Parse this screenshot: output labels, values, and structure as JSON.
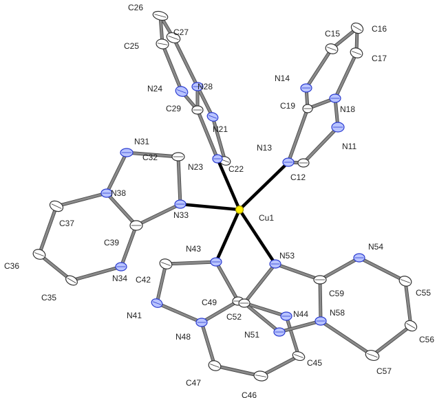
{
  "colors": {
    "carbon_fill": "#ffffff",
    "carbon_stroke": "#333333",
    "nitrogen_fill": "#b9c4ff",
    "nitrogen_stroke": "#2a3bd0",
    "copper_fill": "#ffee00",
    "bond": "#8a8a8a",
    "metal_bond": "#000000"
  },
  "atoms": [
    {
      "id": "Cu1",
      "label": "Cu1",
      "element": "Cu"
    },
    {
      "id": "C26",
      "label": "C26",
      "element": "C"
    },
    {
      "id": "C27",
      "label": "C27",
      "element": "C"
    },
    {
      "id": "C25",
      "label": "C25",
      "element": "C"
    },
    {
      "id": "N24",
      "label": "N24",
      "element": "N"
    },
    {
      "id": "N28",
      "label": "N28",
      "element": "N"
    },
    {
      "id": "C29",
      "label": "C29",
      "element": "C"
    },
    {
      "id": "N21",
      "label": "N21",
      "element": "N"
    },
    {
      "id": "C22",
      "label": "C22",
      "element": "C"
    },
    {
      "id": "N23",
      "label": "N23",
      "element": "N"
    },
    {
      "id": "C15",
      "label": "C15",
      "element": "C"
    },
    {
      "id": "C16",
      "label": "C16",
      "element": "C"
    },
    {
      "id": "C17",
      "label": "C17",
      "element": "C"
    },
    {
      "id": "N14",
      "label": "N14",
      "element": "N"
    },
    {
      "id": "C19",
      "label": "C19",
      "element": "C"
    },
    {
      "id": "N18",
      "label": "N18",
      "element": "N"
    },
    {
      "id": "N11",
      "label": "N11",
      "element": "N"
    },
    {
      "id": "N13",
      "label": "N13",
      "element": "N"
    },
    {
      "id": "C12",
      "label": "C12",
      "element": "C"
    },
    {
      "id": "N31",
      "label": "N31",
      "element": "N"
    },
    {
      "id": "C32",
      "label": "C32",
      "element": "C"
    },
    {
      "id": "N38",
      "label": "N38",
      "element": "N"
    },
    {
      "id": "N33",
      "label": "N33",
      "element": "N"
    },
    {
      "id": "C37",
      "label": "C37",
      "element": "C"
    },
    {
      "id": "C39",
      "label": "C39",
      "element": "C"
    },
    {
      "id": "C36",
      "label": "C36",
      "element": "C"
    },
    {
      "id": "N34",
      "label": "N34",
      "element": "N"
    },
    {
      "id": "C35",
      "label": "C35",
      "element": "C"
    },
    {
      "id": "N43",
      "label": "N43",
      "element": "N"
    },
    {
      "id": "C42",
      "label": "C42",
      "element": "C"
    },
    {
      "id": "N41",
      "label": "N41",
      "element": "N"
    },
    {
      "id": "N48",
      "label": "N48",
      "element": "N"
    },
    {
      "id": "C49",
      "label": "C49",
      "element": "C"
    },
    {
      "id": "C47",
      "label": "C47",
      "element": "C"
    },
    {
      "id": "C46",
      "label": "C46",
      "element": "C"
    },
    {
      "id": "N53",
      "label": "N53",
      "element": "N"
    },
    {
      "id": "N54",
      "label": "N54",
      "element": "N"
    },
    {
      "id": "C59",
      "label": "C59",
      "element": "C"
    },
    {
      "id": "C55",
      "label": "C55",
      "element": "C"
    },
    {
      "id": "N44",
      "label": "N44",
      "element": "N"
    },
    {
      "id": "C52",
      "label": "C52",
      "element": "C"
    },
    {
      "id": "N58",
      "label": "N58",
      "element": "N"
    },
    {
      "id": "C56",
      "label": "C56",
      "element": "C"
    },
    {
      "id": "N51",
      "label": "N51",
      "element": "N"
    },
    {
      "id": "C45",
      "label": "C45",
      "element": "C"
    },
    {
      "id": "C57",
      "label": "C57",
      "element": "C"
    }
  ],
  "bonds": [
    [
      "Cu1",
      "N23"
    ],
    [
      "Cu1",
      "N13"
    ],
    [
      "Cu1",
      "N33"
    ],
    [
      "Cu1",
      "N43"
    ],
    [
      "Cu1",
      "N53"
    ],
    [
      "C26",
      "C27"
    ],
    [
      "C26",
      "C25"
    ],
    [
      "C25",
      "N24"
    ],
    [
      "C27",
      "N28"
    ],
    [
      "N24",
      "C29"
    ],
    [
      "N28",
      "C29"
    ],
    [
      "N28",
      "N21"
    ],
    [
      "C29",
      "N23"
    ],
    [
      "N21",
      "C22"
    ],
    [
      "C22",
      "N23"
    ],
    [
      "C15",
      "C16"
    ],
    [
      "C16",
      "C17"
    ],
    [
      "C15",
      "N14"
    ],
    [
      "C17",
      "N18"
    ],
    [
      "N14",
      "C19"
    ],
    [
      "C19",
      "N18"
    ],
    [
      "N18",
      "N11"
    ],
    [
      "N11",
      "C12"
    ],
    [
      "C12",
      "N13"
    ],
    [
      "N13",
      "C19"
    ],
    [
      "N31",
      "C32"
    ],
    [
      "C32",
      "N33"
    ],
    [
      "N31",
      "N38"
    ],
    [
      "N38",
      "C39"
    ],
    [
      "C39",
      "N33"
    ],
    [
      "N38",
      "C37"
    ],
    [
      "C37",
      "C36"
    ],
    [
      "C36",
      "C35"
    ],
    [
      "C35",
      "N34"
    ],
    [
      "N34",
      "C39"
    ],
    [
      "N43",
      "C42"
    ],
    [
      "C42",
      "N41"
    ],
    [
      "N41",
      "N48"
    ],
    [
      "N48",
      "C49"
    ],
    [
      "C49",
      "N43"
    ],
    [
      "N48",
      "C47"
    ],
    [
      "C47",
      "C46"
    ],
    [
      "C46",
      "C45"
    ],
    [
      "C45",
      "N44"
    ],
    [
      "N44",
      "C49"
    ],
    [
      "N53",
      "C52"
    ],
    [
      "C52",
      "N51"
    ],
    [
      "N51",
      "N58"
    ],
    [
      "N58",
      "C59"
    ],
    [
      "C59",
      "N53"
    ],
    [
      "C59",
      "N54"
    ],
    [
      "N54",
      "C55"
    ],
    [
      "C55",
      "C56"
    ],
    [
      "C56",
      "C57"
    ],
    [
      "C57",
      "N58"
    ]
  ]
}
